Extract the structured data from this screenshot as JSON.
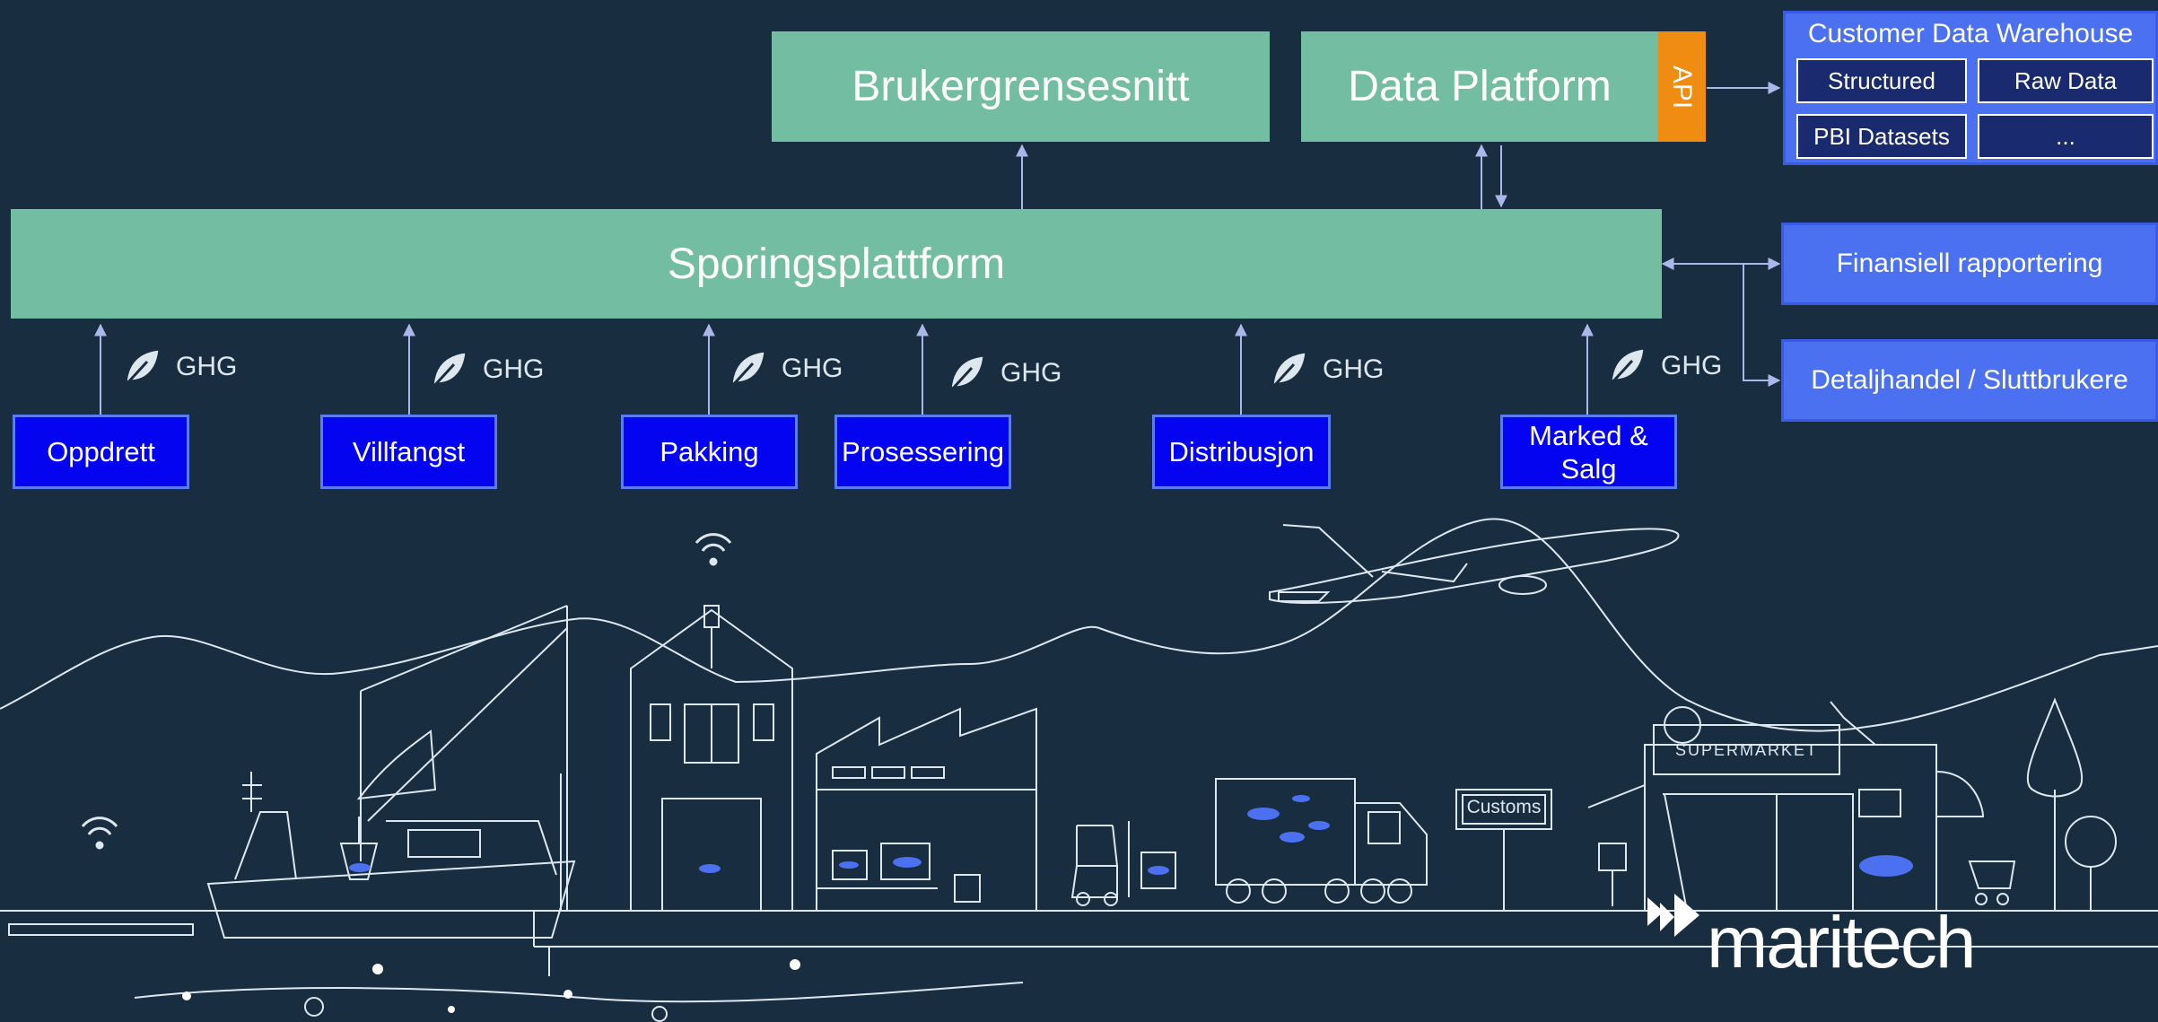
{
  "top": {
    "ui_label": "Brukergrensesnitt",
    "data_platform_label": "Data Platform",
    "api_label": "API"
  },
  "platform": {
    "label": "Sporingsplattform"
  },
  "warehouse": {
    "title": "Customer Data Warehouse",
    "cells": [
      "Structured",
      "Raw Data",
      "PBI Datasets",
      "..."
    ]
  },
  "outputs": [
    "Finansiell rapportering",
    "Detaljhandel / Sluttbrukere"
  ],
  "sources": {
    "ghg_label": "GHG",
    "items": [
      "Oppdrett",
      "Villfangst",
      "Pakking",
      "Prosessering",
      "Distribusjon",
      "Marked &",
      "Salg"
    ]
  },
  "illustration": {
    "supermarket_sign": "SUPERMARKET",
    "customs_sign": "Customs",
    "brand": "maritech"
  },
  "colors": {
    "background": "#182d40",
    "platform_green": "#73bda2",
    "source_blue": "#0404f0",
    "output_blue": "#4b70f0",
    "api_orange": "#f08c12",
    "line_art": "#dfe7ee"
  },
  "icons": [
    "leaf-icon",
    "wifi-icon",
    "fish-icon",
    "arrow-icon",
    "airplane-icon",
    "truck-icon",
    "boat-icon",
    "forklift-icon",
    "apple-icon"
  ]
}
